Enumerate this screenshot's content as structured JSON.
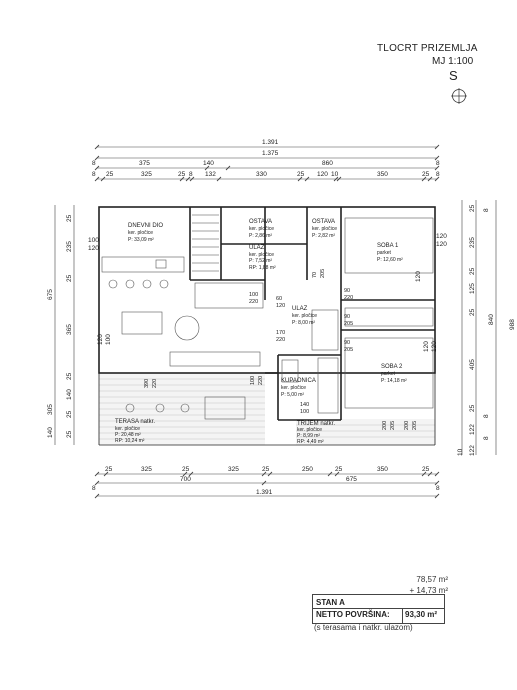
{
  "header": {
    "title": "TLOCRT PRIZEMLJA",
    "scale": "MJ  1:100",
    "north": "S"
  },
  "dims": {
    "top_total_1": "1.391",
    "top_total_2": "1.375",
    "top_row3": [
      "8",
      "375",
      "140",
      "860",
      "8"
    ],
    "top_row4": [
      "8",
      "25",
      "325",
      "25",
      "8",
      "132",
      "330",
      "25",
      "120",
      "10",
      "350",
      "25",
      "8"
    ],
    "bottom_row1": [
      "25",
      "325",
      "25",
      "325",
      "25",
      "250",
      "25",
      "350",
      "25"
    ],
    "bottom_row2": [
      "8",
      "700",
      "675",
      "8"
    ],
    "bottom_total": "1.391",
    "left_outer": [
      "25",
      "235",
      "25",
      "365",
      "25",
      "140",
      "25",
      "305",
      "140",
      "25"
    ],
    "left_total": "675",
    "left_openings": [
      "100",
      "120",
      "100",
      "120"
    ],
    "right_inner": [
      "120",
      "120",
      "120",
      "120",
      "120"
    ],
    "right_outer": [
      "25",
      "8",
      "235",
      "25",
      "125",
      "25",
      "405",
      "25",
      "8",
      "122",
      "8",
      "122",
      "10"
    ],
    "right_total_1": "840",
    "right_total_2": "988",
    "interior": [
      "100",
      "220",
      "90",
      "220",
      "70",
      "205",
      "90",
      "205",
      "90",
      "205",
      "60",
      "120",
      "170",
      "220",
      "100",
      "220",
      "140",
      "100",
      "200",
      "205",
      "200",
      "205",
      "390",
      "220"
    ]
  },
  "rooms": [
    {
      "name": "DNEVNI DIO",
      "floor": "ker. pločice",
      "area": "P: 33,09 m²"
    },
    {
      "name": "OSTAVA",
      "floor": "ker. pločice",
      "area": "P: 2,86 m²"
    },
    {
      "name": "OSTAVA",
      "floor": "ker. pločice",
      "area": "P: 2,82 m²"
    },
    {
      "name": "ULAZ",
      "floor": "ker. pločice",
      "area": "P: 7,52 m²",
      "extra": "RP: 1,88 m²"
    },
    {
      "name": "SOBA 1",
      "floor": "parket",
      "area": "P: 12,60 m²"
    },
    {
      "name": "ULAZ",
      "floor": "ker. pločice",
      "area": "P: 8,00 m²"
    },
    {
      "name": "SOBA 2",
      "floor": "parket",
      "area": "P: 14,18 m²"
    },
    {
      "name": "KUPAONICA",
      "floor": "ker. pločice",
      "area": "P: 5,00 m²"
    },
    {
      "name": "TERASA natkr.",
      "floor": "ker. pločice",
      "area": "P: 20,48 m²",
      "extra": "RP: 10,24 m²"
    },
    {
      "name": "TRIJEM natkr.",
      "floor": "ker. pločice",
      "area": "P: 8,99 m²",
      "extra": "RP: 4,49 m²"
    }
  ],
  "summary": {
    "line1": "78,57 m²",
    "line2": "+ 14,73 m²",
    "box_title": "STAN A",
    "box_label": "NETTO POVRŠINA:",
    "box_value": "93,30 m²",
    "note": "(s terasama i natkr. ulazom)"
  }
}
